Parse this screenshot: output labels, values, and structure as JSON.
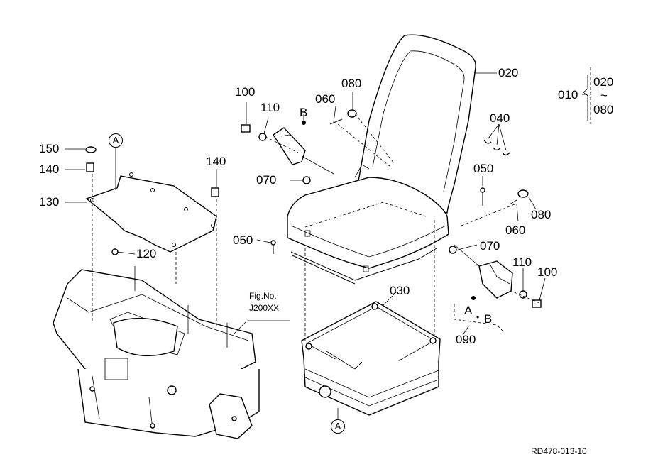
{
  "callouts": {
    "p010": "010",
    "p020": "020",
    "p020b": "020",
    "p080b": "080",
    "tilde": "~",
    "p030": "030",
    "p040": "040",
    "p050a": "050",
    "p050b": "050",
    "p060a": "060",
    "p060b": "060",
    "p070a": "070",
    "p070b": "070",
    "p080a": "080",
    "p080c": "080",
    "p090": "090",
    "p100a": "100",
    "p100b": "100",
    "p110a": "110",
    "p110b": "110",
    "p120": "120",
    "p130": "130",
    "p140a": "140",
    "p140b": "140",
    "p150": "150"
  },
  "markers": {
    "circle_a_top": "A",
    "circle_a_bottom": "A",
    "b_top": "B",
    "a_group": "A",
    "dot_sep": "•",
    "b_group": "B"
  },
  "figref": {
    "line1": "Fig.No.",
    "line2": "J200XX"
  },
  "drawing_code": "RD478-013-10"
}
